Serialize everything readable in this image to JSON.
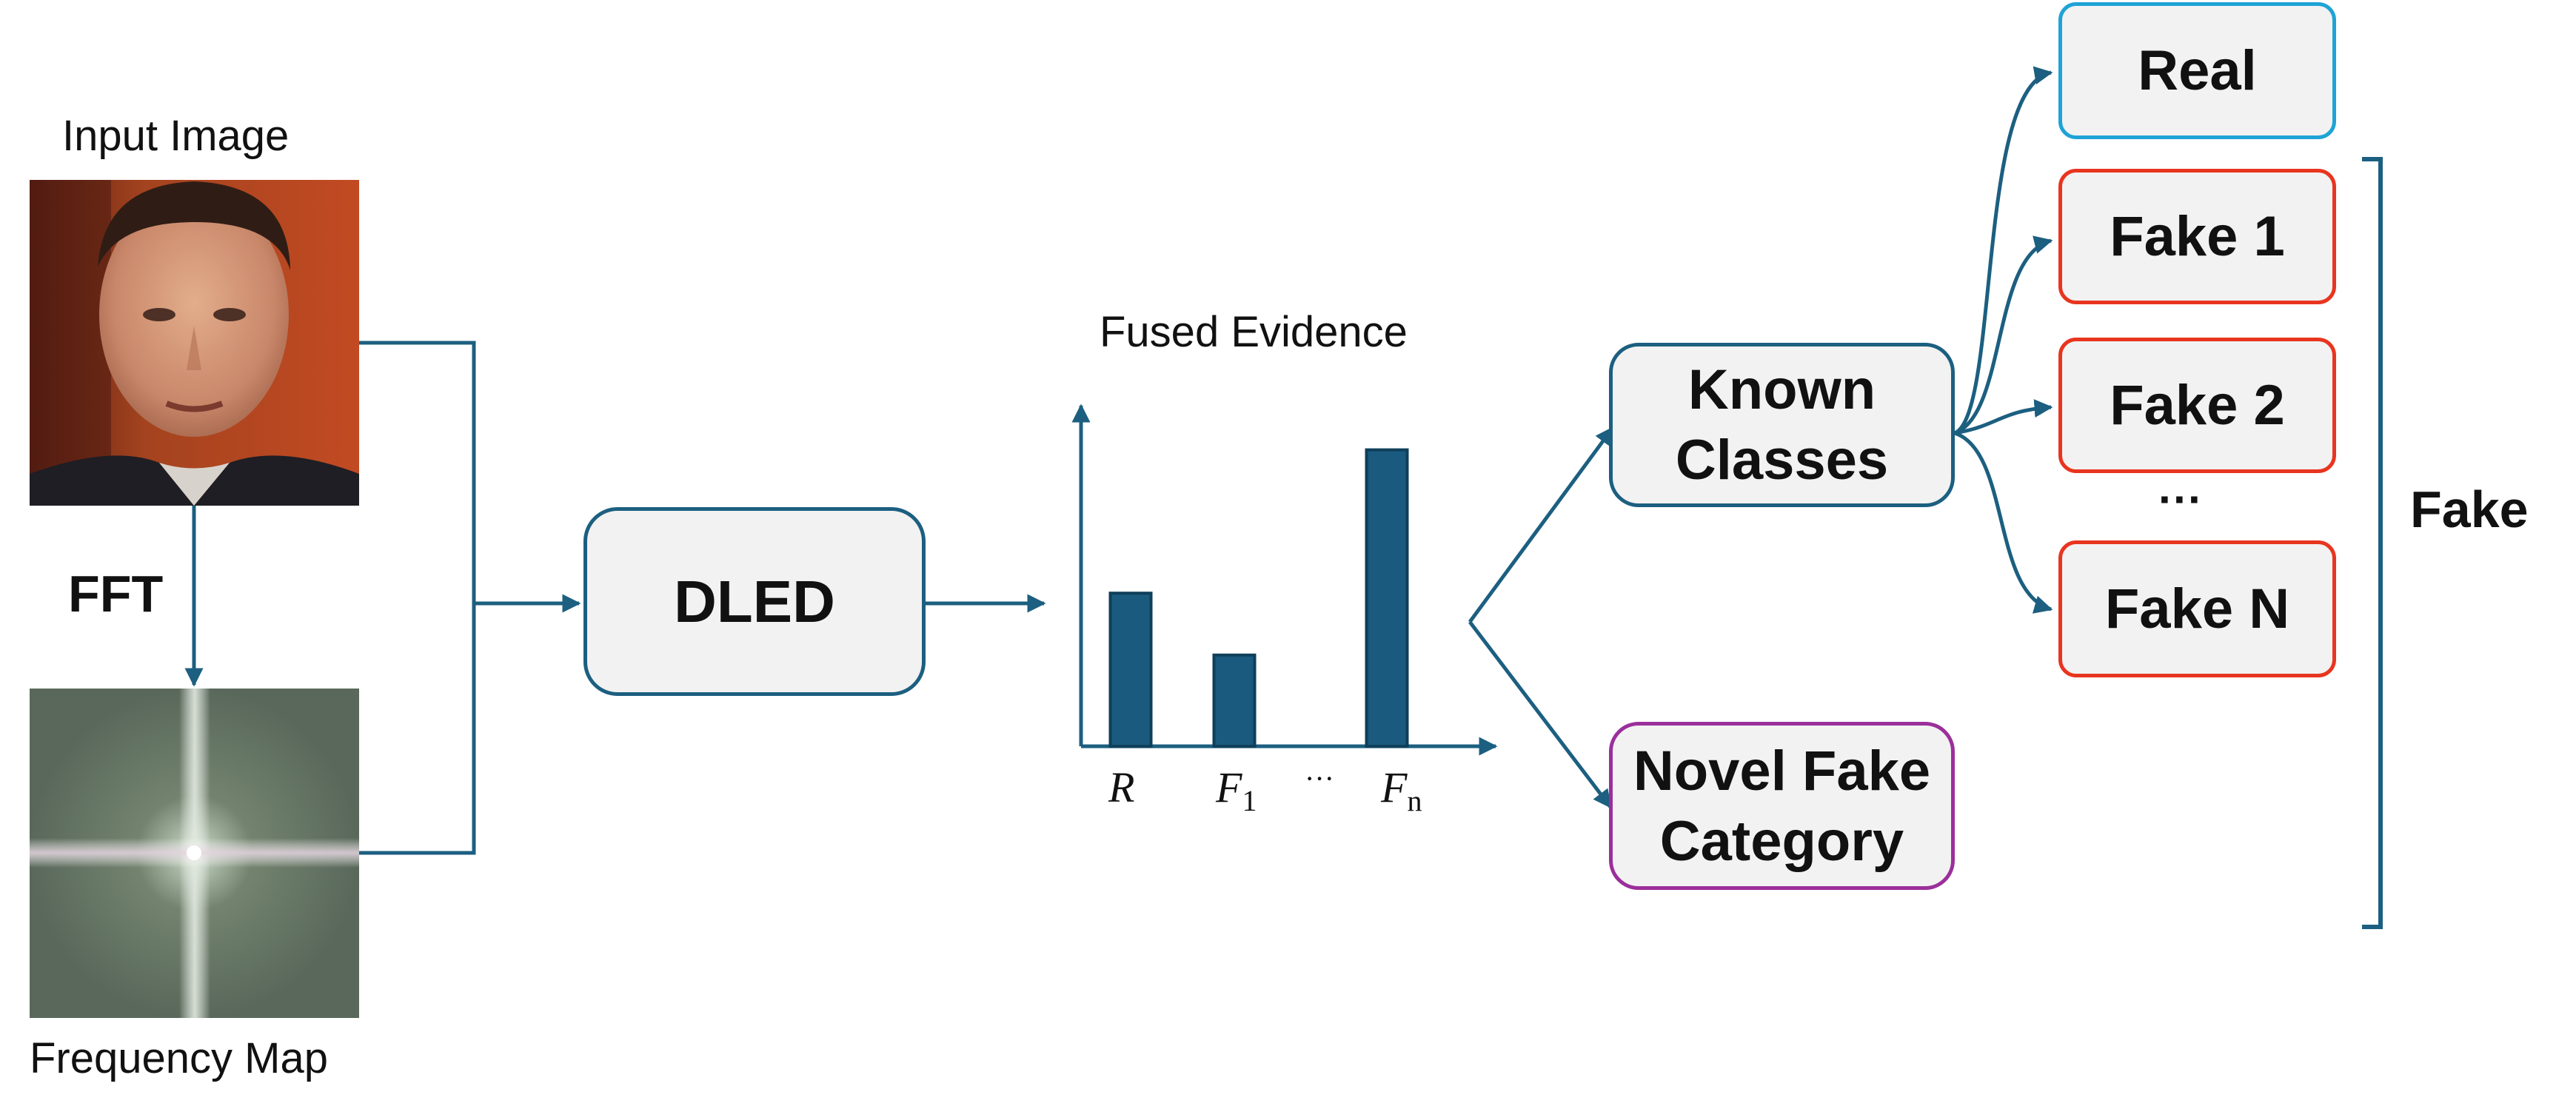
{
  "input": {
    "title": "Input Image"
  },
  "fft_label": "FFT",
  "frequency": {
    "title": "Frequency Map"
  },
  "dled": {
    "label": "DLED"
  },
  "evidence": {
    "title": "Fused Evidence",
    "ticks": {
      "r": "R",
      "f": "F",
      "f1_sub": "1",
      "dots": "···",
      "fn_sub": "n"
    }
  },
  "known": {
    "line1": "Known",
    "line2": "Classes"
  },
  "novel": {
    "line1": "Novel Fake",
    "line2": "Category"
  },
  "outputs": {
    "real": "Real",
    "fake1": "Fake 1",
    "fake2": "Fake 2",
    "dots": "···",
    "fakeN": "Fake N"
  },
  "bracket_label": "Fake",
  "colors": {
    "arrow": "#1c5f80",
    "bar_fill": "#1a5a7e",
    "bar_stroke": "#0f3f5a",
    "box_fill": "#f2f2f2",
    "box_border": "#1c5f80",
    "real_border": "#1fa3d6",
    "fake_border": "#e8351f",
    "novel_border": "#9b2f9b",
    "bracket": "#1c5f80"
  },
  "chart_data": {
    "type": "bar",
    "title": "Fused Evidence",
    "categories": [
      "R",
      "F1",
      "···",
      "Fn"
    ],
    "values": [
      0.47,
      0.28,
      null,
      0.91
    ],
    "ylim": [
      0,
      1
    ],
    "xlabel": "",
    "ylabel": "",
    "grid": false
  }
}
